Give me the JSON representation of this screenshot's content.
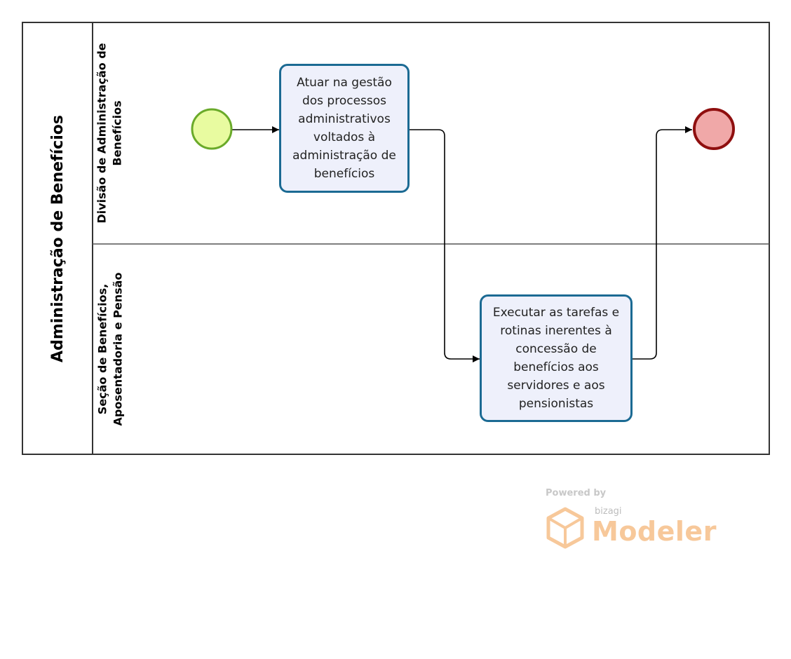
{
  "pool": {
    "title": "Administração de Benefícios"
  },
  "lanes": [
    {
      "title": "Divisão de Administração de\nBenefícios"
    },
    {
      "title": "Seção de Benefícios,\nAposentadoria e Pensão"
    }
  ],
  "tasks": [
    {
      "label": "Atuar na gestão dos processos administrativos voltados à administração de benefícios"
    },
    {
      "label": "Executar as tarefas e rotinas inerentes à concessão de benefícios aos servidores e aos pensionistas"
    }
  ],
  "events": {
    "start": {
      "fill": "#e8fba0",
      "stroke": "#6aaa2a"
    },
    "end": {
      "fill": "#f0a8a8",
      "stroke": "#8f0f0f"
    }
  },
  "watermark": {
    "powered_by": "Powered by",
    "brand": "bizagi",
    "product": "Modeler",
    "logo_icon": "bizagi-cube-logo-icon"
  },
  "colors": {
    "task_border": "#1b6a93",
    "task_fill": "#eef0fb",
    "pool_border": "#333333",
    "watermark_orange": "#f7c89a"
  }
}
